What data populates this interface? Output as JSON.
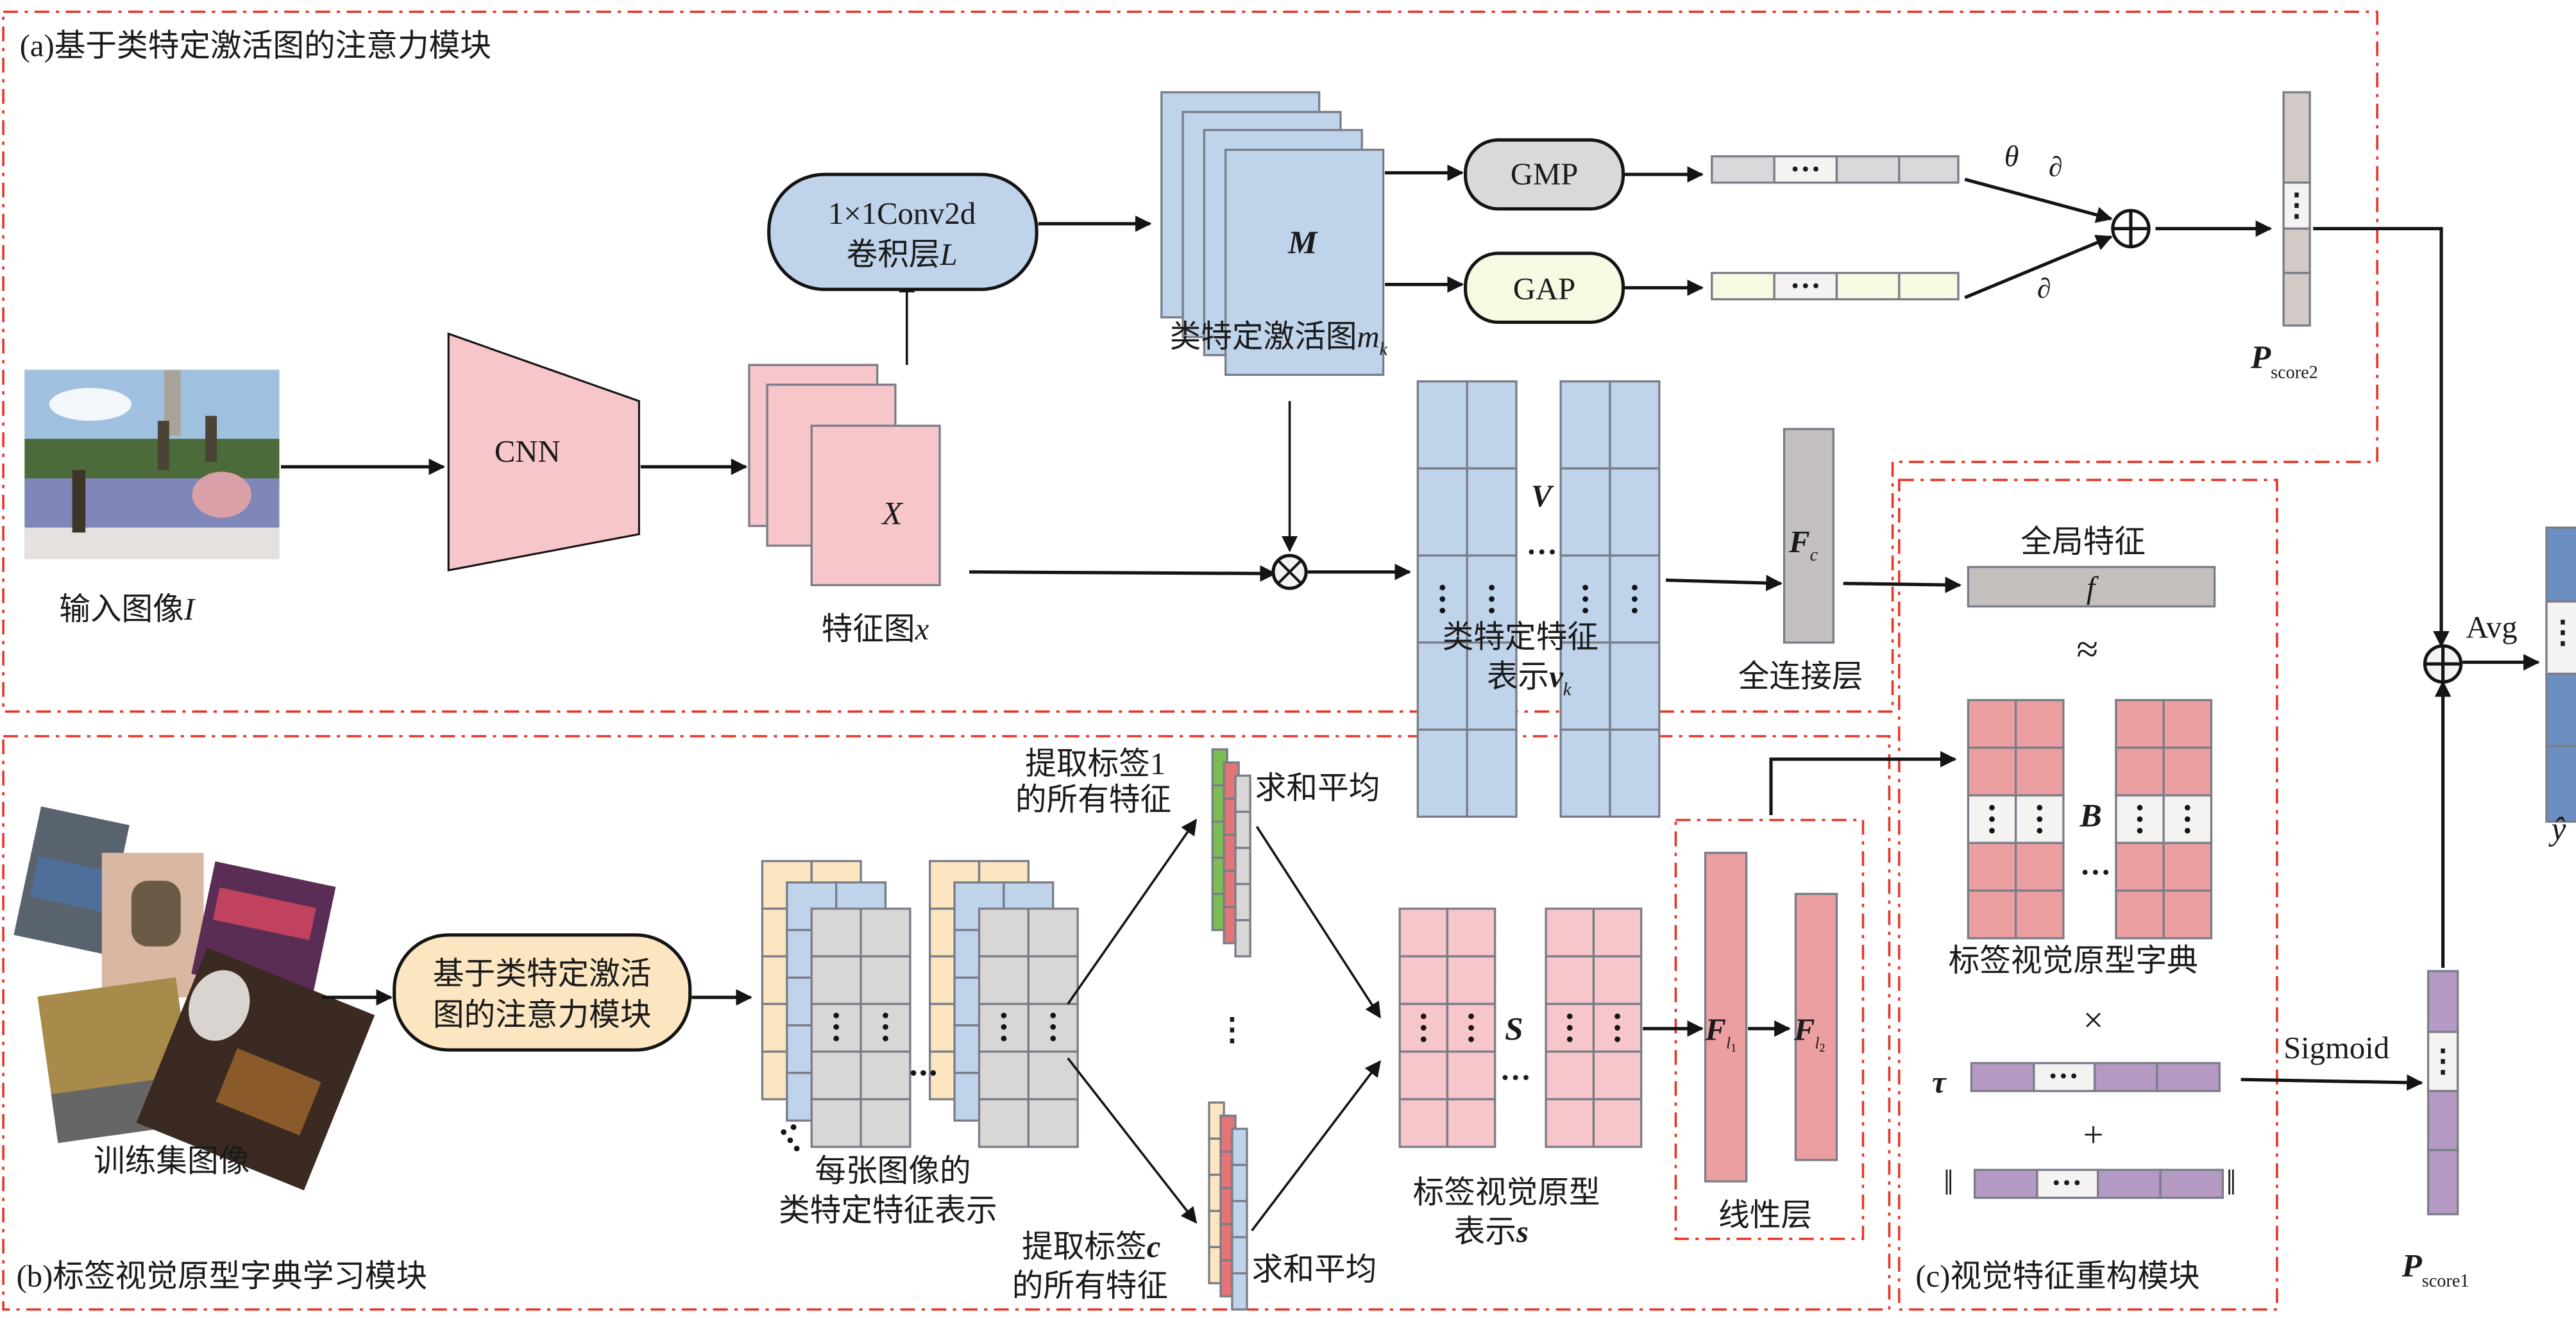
{
  "colors": {
    "region_border": "#e53528",
    "pink": "#f6c6ca",
    "light_blue": "#bfd3ea",
    "gray": "#d9d6d6",
    "gray_dark": "#c4bfbc",
    "light_yellow": "#f8f9e2",
    "cream": "#fbe6c1",
    "salmon": "#eb9fa1",
    "purple": "#b59ac3",
    "green": "#7cbc55",
    "red": "#e37577",
    "blue_out": "#6b8fc0",
    "ellipsis_cell": "#f5f3f2"
  },
  "regions": {
    "a": {
      "title": "(a)基于类特定激活图的注意力模块"
    },
    "b": {
      "title": "(b)标签视觉原型字典学习模块"
    },
    "c": {
      "title": "(c)视觉特征重构模块"
    },
    "linear": {
      "title": "线性层"
    }
  },
  "module_a": {
    "input_image_label": "输入图像",
    "input_image_symbol": "I",
    "cnn_label": "CNN",
    "feature_map_label": "特征图",
    "feature_map_symbol": "x",
    "feature_map_stack_symbol": "X",
    "conv_line1": "1×1Conv2d",
    "conv_line2": "卷积层",
    "conv_symbol": "L",
    "activation_map_symbol": "M",
    "activation_map_label": "类特定激活图",
    "activation_map_var": "m",
    "activation_map_sub": "k",
    "gmp_label": "GMP",
    "gap_label": "GAP",
    "theta": "θ",
    "partial_top": "∂",
    "partial_bottom": "∂",
    "oplus": "⊕",
    "otimes": "⊗",
    "ellipsis_h": "···",
    "ellipsis_v": "⋮",
    "class_feat_symbol": "V",
    "class_feat_label1": "类特定特征",
    "class_feat_label2": "表示",
    "class_feat_var": "v",
    "class_feat_sub": "k",
    "fc_symbol": "F",
    "fc_sub": "c",
    "fc_label": "全连接层",
    "pscore2_symbol": "P",
    "pscore2_sub": "score2"
  },
  "module_b": {
    "training_images_label": "训练集图像",
    "attention_module_line1": "基于类特定激活",
    "attention_module_line2": "图的注意力模块",
    "per_image_label1": "每张图像的",
    "per_image_label2": "类特定特征表示",
    "extract1_line1": "提取标签1",
    "extract1_line2": "的所有特征",
    "extractc_line1": "提取标签",
    "extractc_var": "c",
    "extractc_line2": "的所有特征",
    "sum_avg_top": "求和平均",
    "sum_avg_bottom": "求和平均",
    "prototype_symbol": "S",
    "prototype_label1": "标签视觉原型",
    "prototype_label2": "表示",
    "prototype_var": "s",
    "fl1_symbol": "F",
    "fl1_sub": "l",
    "fl1_subsub": "1",
    "fl2_symbol": "F",
    "fl2_sub": "l",
    "fl2_subsub": "2"
  },
  "module_c": {
    "global_feature_label": "全局特征",
    "global_feature_symbol": "f",
    "approx": "≈",
    "dictionary_symbol": "B",
    "dictionary_label": "标签视觉原型字典",
    "times": "×",
    "tau": "τ",
    "plus": "+",
    "norm_left": "‖",
    "norm_right": "‖"
  },
  "output": {
    "sigmoid_label": "Sigmoid",
    "pscore1_symbol": "P",
    "pscore1_sub": "score1",
    "avg_label": "Avg",
    "oplus": "⊕",
    "y_hat": "ŷ"
  }
}
